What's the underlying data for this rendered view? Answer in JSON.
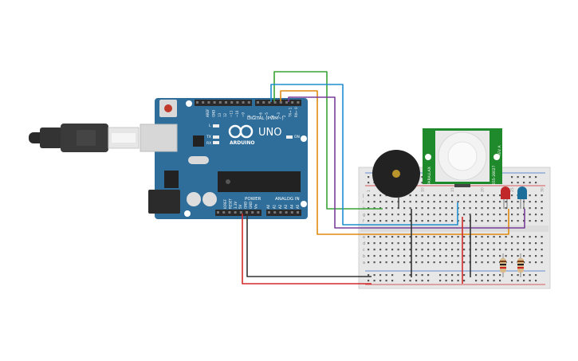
{
  "board": {
    "name": "UNO",
    "brand": "ARDUINO",
    "digital_label": "DIGITAL (PWM~)",
    "power_label": "POWER",
    "analog_label": "ANALOG IN",
    "on_label": "ON",
    "l_label": "L",
    "tx_label": "TX",
    "rx_label": "RX",
    "ioref_label": "IOREF",
    "digital_pins": [
      "AREF",
      "GND",
      "13",
      "12",
      "~11",
      "~10",
      "~9",
      "8",
      "7",
      "~6",
      "~5",
      "4",
      "~3",
      "2",
      "TX→ 1",
      "RX← 0"
    ],
    "power_pins": [
      "IOREF",
      "RESET",
      "3.3V",
      "5V",
      "GND",
      "GND",
      "Vin"
    ],
    "analog_pins": [
      "A0",
      "A1",
      "A2",
      "A3",
      "A4",
      "A5"
    ]
  },
  "sensor": {
    "left_label": "PARALLAX",
    "right_label_1": "555-28027",
    "right_label_2": "REV A"
  },
  "breadboard": {
    "cols_top": [
      "1",
      "",
      "",
      "",
      "5",
      "",
      "",
      "",
      "",
      "10",
      "",
      "",
      "",
      "",
      "15",
      "",
      "",
      "",
      "",
      "20",
      "",
      "",
      "",
      "",
      "25",
      "",
      "",
      "",
      "",
      "30"
    ],
    "rows_top": [
      "j",
      "i",
      "h",
      "g",
      "f"
    ],
    "rows_bottom": [
      "e",
      "d",
      "c",
      "b",
      "a"
    ]
  },
  "colors": {
    "board": "#2f6e9a",
    "board_dark": "#1f4f73",
    "header": "#333333",
    "breadboard": "#e7e7e7",
    "wire_green": "#3aa335",
    "wire_blue": "#1e8ed0",
    "wire_orange": "#e08a12",
    "wire_purple": "#7a3e9a",
    "wire_red": "#d22a2a",
    "wire_black": "#333333",
    "led_red": "#c0282a",
    "led_blue": "#1c6f9a",
    "pir_green": "#1f8a2b",
    "buzzer": "#222222"
  }
}
